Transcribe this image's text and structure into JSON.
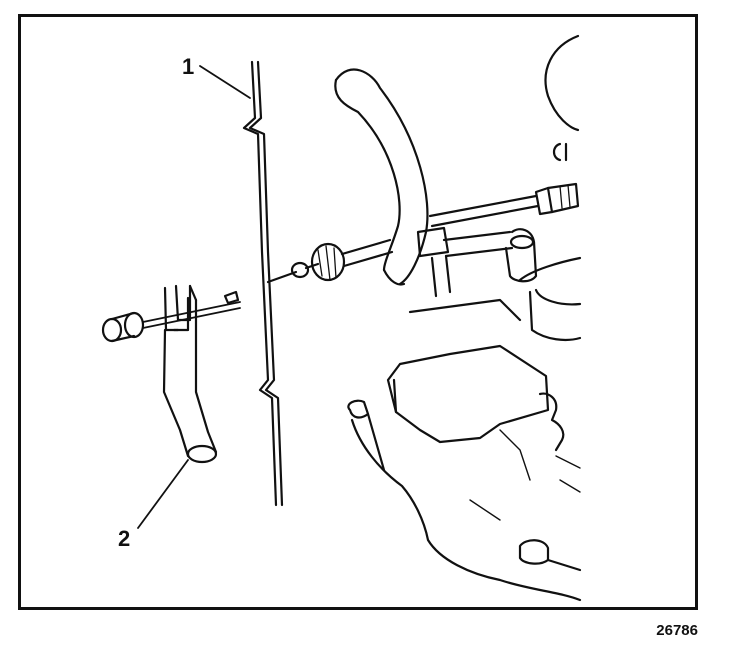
{
  "callouts": {
    "one": "1",
    "two": "2"
  },
  "figure_number": "26786",
  "colors": {
    "ink": "#111111",
    "background": "#ffffff"
  }
}
